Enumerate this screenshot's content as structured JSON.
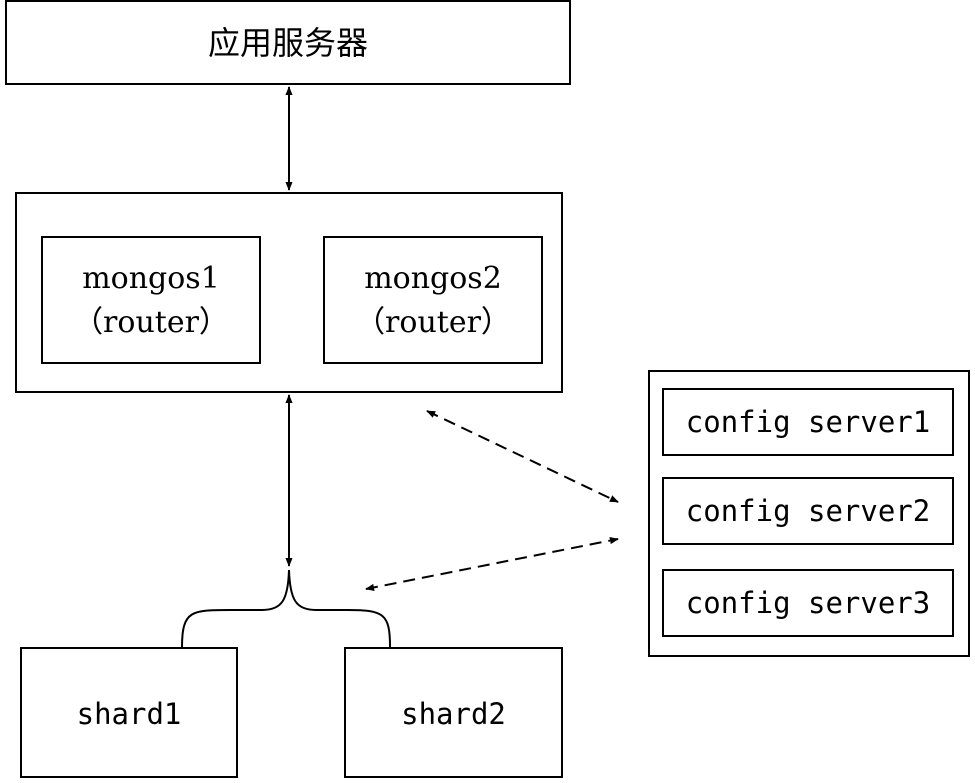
{
  "nodes": {
    "app_server": "应用服务器",
    "mongos1": {
      "name": "mongos1",
      "role": "（router）"
    },
    "mongos2": {
      "name": "mongos2",
      "role": "（router）"
    },
    "config_servers": [
      "config server1",
      "config server2",
      "config server3"
    ],
    "shards": [
      "shard1",
      "shard2"
    ]
  },
  "edges": [
    {
      "from": "app_server",
      "to": "mongos_group",
      "style": "solid",
      "arrows": "both"
    },
    {
      "from": "mongos_group",
      "to": "shards",
      "style": "solid",
      "arrows": "both"
    },
    {
      "from": "mongos_group",
      "to": "config_group",
      "style": "dashed",
      "arrows": "both"
    },
    {
      "from": "shards",
      "to": "config_group",
      "style": "dashed",
      "arrows": "both"
    }
  ],
  "colors": {
    "line": "#000000",
    "background": "#ffffff"
  }
}
